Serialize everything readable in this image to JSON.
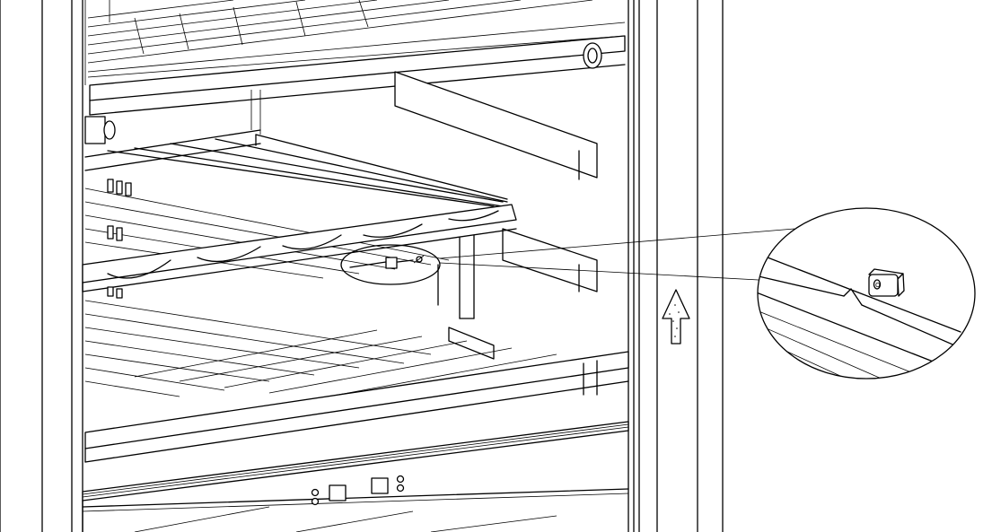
{
  "figure": {
    "callout_marker": "O",
    "colors": {
      "line": "#000000",
      "background": "#ffffff"
    },
    "icons": [
      "up-arrow-icon",
      "magnifier-callout",
      "control-button",
      "indicator-led"
    ]
  }
}
